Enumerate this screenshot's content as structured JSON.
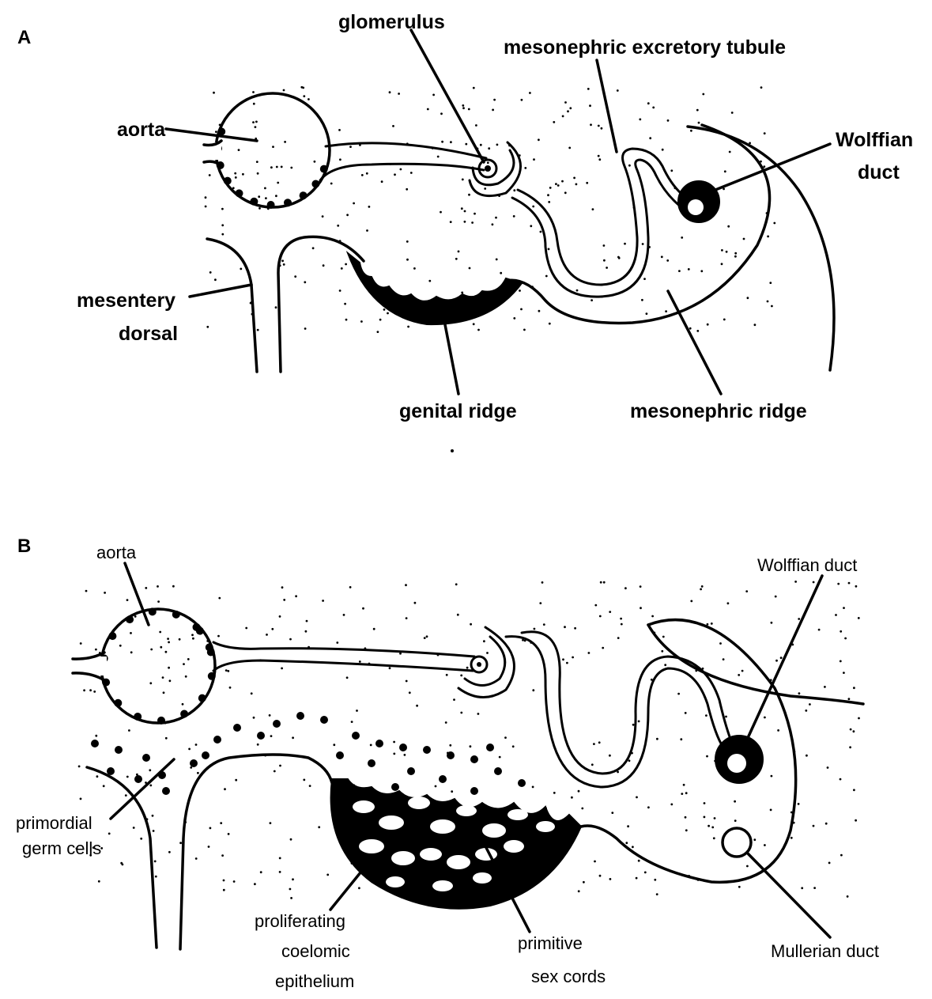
{
  "panels": [
    {
      "letter": "A",
      "labels": {
        "aorta": "aorta",
        "glomerulus": "glomerulus",
        "tubule": "mesonephric excretory tubule",
        "wolffian_line1": "Wolffian",
        "wolffian_line2": "duct",
        "mesentery_line1": "mesentery",
        "mesentery_line2": "dorsal",
        "genital_ridge": "genital ridge",
        "mesonephric_ridge": "mesonephric ridge"
      }
    },
    {
      "letter": "B",
      "labels": {
        "aorta": "aorta",
        "wolffian": "Wolffian duct",
        "germ_line1": "primordial",
        "germ_line2": "germ cells",
        "prolif_line1": "proliferating",
        "prolif_line2": "coelomic",
        "prolif_line3": "epithelium",
        "cords_line1": "primitive",
        "cords_line2": "sex cords",
        "mullerian": "Mullerian duct"
      }
    }
  ],
  "colors": {
    "ink": "#000000",
    "background": "#ffffff"
  }
}
